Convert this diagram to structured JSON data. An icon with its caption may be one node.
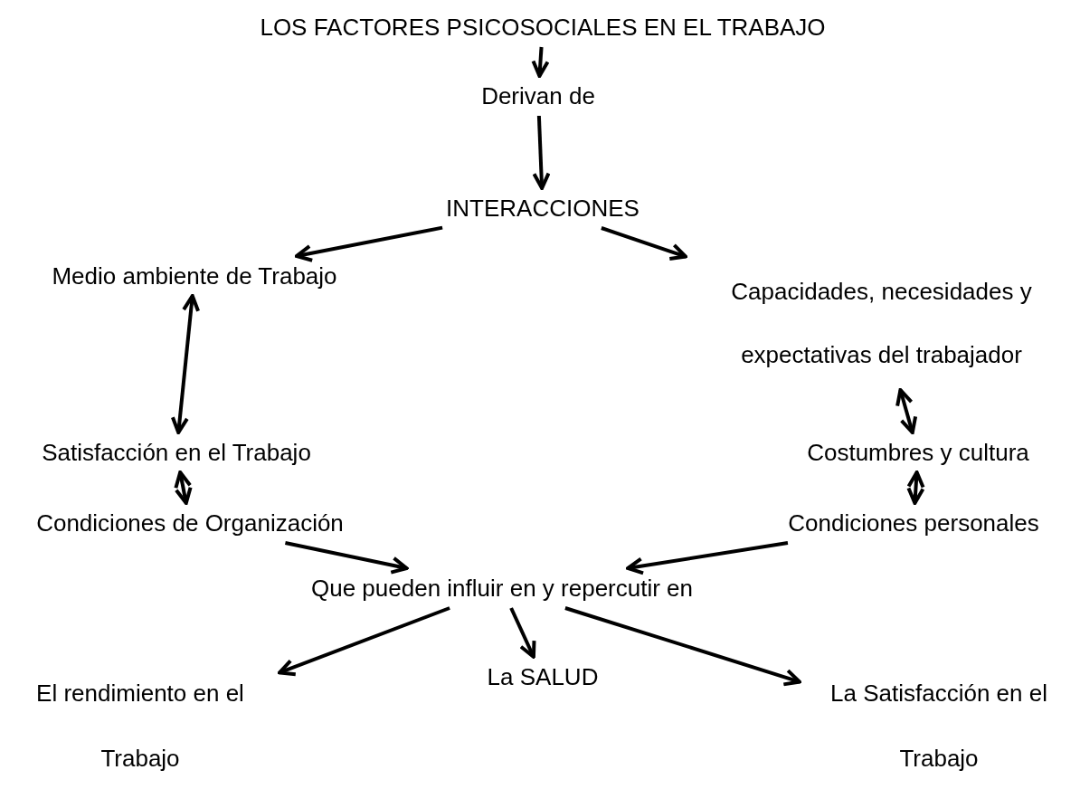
{
  "diagram": {
    "nodes": [
      {
        "text": [
          "LOS FACTORES PSICOSOCIALES EN EL TRABAJO"
        ]
      },
      {
        "text": [
          "Derivan de"
        ]
      },
      {
        "text": [
          "INTERACCIONES"
        ]
      },
      {
        "text": [
          "Medio ambiente de Trabajo"
        ]
      },
      {
        "text": [
          "Capacidades, necesidades y expectativas del trabajador"
        ]
      },
      {
        "text": [
          "Satisfacción en el Trabajo"
        ]
      },
      {
        "text": [
          "Costumbres y cultura"
        ]
      },
      {
        "text": [
          "Condiciones de Organización"
        ]
      },
      {
        "text": [
          "Condiciones personales"
        ]
      },
      {
        "text": [
          "Que pueden influir en y repercutir en"
        ]
      },
      {
        "text": [
          "El rendimiento en el Trabajo"
        ]
      },
      {
        "text": [
          "La SALUD"
        ]
      },
      {
        "text": [
          "La Satisfacción en el Trabajo"
        ]
      }
    ],
    "edges": [
      {
        "from": 0,
        "to": 1,
        "arrow": "to"
      },
      {
        "from": 1,
        "to": 2,
        "arrow": "to"
      },
      {
        "from": 2,
        "to": 3,
        "arrow": "to"
      },
      {
        "from": 2,
        "to": 4,
        "arrow": "to"
      },
      {
        "from": 3,
        "to": 5,
        "arrow": "both"
      },
      {
        "from": 5,
        "to": 7,
        "arrow": "both"
      },
      {
        "from": 4,
        "to": 6,
        "arrow": "both"
      },
      {
        "from": 6,
        "to": 8,
        "arrow": "both"
      },
      {
        "from": 7,
        "to": 9,
        "arrow": "to"
      },
      {
        "from": 8,
        "to": 9,
        "arrow": "to"
      },
      {
        "from": 9,
        "to": 10,
        "arrow": "to"
      },
      {
        "from": 9,
        "to": 11,
        "arrow": "to"
      },
      {
        "from": 9,
        "to": 12,
        "arrow": "to"
      }
    ]
  }
}
